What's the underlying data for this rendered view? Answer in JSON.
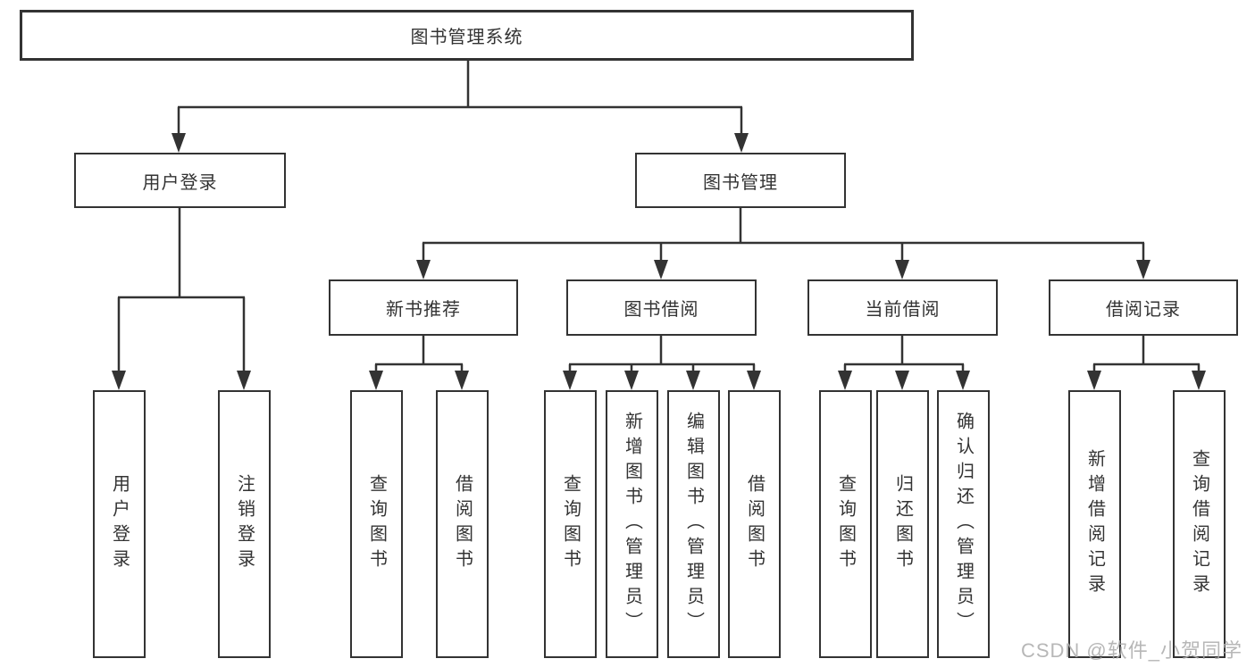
{
  "diagram": {
    "title": "图书管理系统",
    "level2": {
      "user": {
        "label": "用户登录",
        "children": [
          "用户登录",
          "注销登录"
        ]
      },
      "books": {
        "label": "图书管理",
        "sections": {
          "recommend": {
            "label": "新书推荐",
            "children": [
              "查询图书",
              "借阅图书"
            ]
          },
          "borrow": {
            "label": "图书借阅",
            "children": [
              "查询图书",
              "新增图书（管理员）",
              "编辑图书（管理员）",
              "借阅图书"
            ]
          },
          "current": {
            "label": "当前借阅",
            "children": [
              "查询图书",
              "归还图书",
              "确认归还（管理员）"
            ]
          },
          "records": {
            "label": "借阅记录",
            "children": [
              "新增借阅记录",
              "查询借阅记录"
            ]
          }
        }
      }
    },
    "watermark": "CSDN @软件_小贺同学",
    "colors": {
      "line": "#333333",
      "box_border": "#333333",
      "text": "#333333",
      "watermark": "#aaaaaa",
      "background": "#ffffff"
    }
  }
}
